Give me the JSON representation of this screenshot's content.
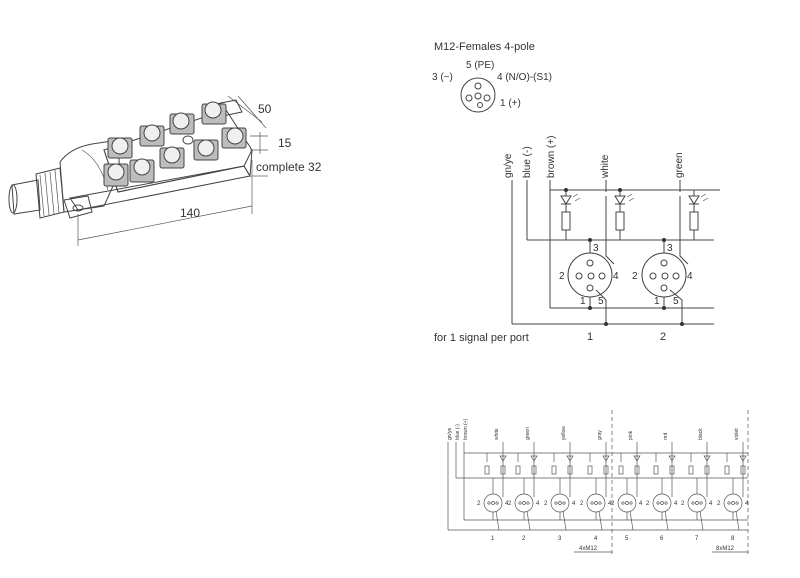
{
  "product": {
    "dimensions": {
      "width": "50",
      "height": "15",
      "complete": "complete 32",
      "length": "140"
    }
  },
  "schematic": {
    "title": "M12-Females  4-pole",
    "pins": {
      "p5": "5 (PE)",
      "p3": "3 (−)",
      "p4": "4  (N/O)-(S1)",
      "p1": "1 (+)"
    },
    "wires": {
      "gnye": "gn/ye",
      "blue": "blue  (-)",
      "brown": "brown  (+)",
      "white": "white",
      "green": "green"
    },
    "connector_pins": {
      "n2": "2",
      "n3": "3",
      "n4": "4",
      "n1": "1",
      "n5": "5"
    },
    "caption": "for 1 signal per port",
    "ports": [
      "1",
      "2"
    ]
  },
  "schematic8": {
    "wires": {
      "gnye": "gn/ye",
      "blue": "blue  (-)",
      "brown": "brown (+)"
    },
    "colors": [
      "white",
      "green",
      "yellow",
      "gray",
      "pink",
      "red",
      "black",
      "violet"
    ],
    "ports": [
      "1",
      "2",
      "3",
      "4",
      "5",
      "6",
      "7",
      "8"
    ],
    "group1": "4xM12",
    "group2": "8xM12"
  }
}
